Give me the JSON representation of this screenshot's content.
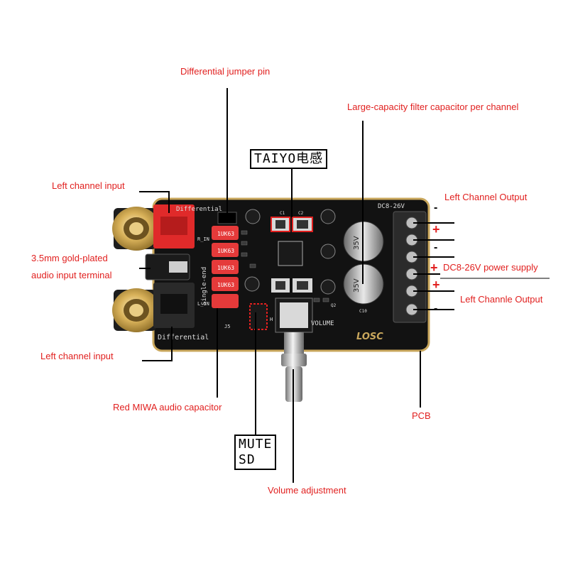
{
  "labels": {
    "differential_jumper": "Differential jumper pin",
    "filter_capacitor": "Large-capacity filter capacitor per channel",
    "taiyo": "TAIYO电感",
    "left_input_top": "Left channel input",
    "gold_plated_1": "3.5mm gold-plated",
    "gold_plated_2": "audio input terminal",
    "left_input_bottom": "Left channel input",
    "miwa_capacitor": "Red MIWA audio capacitor",
    "mute": "MUTE",
    "sd": "SD",
    "volume_adjustment": "Volume adjustment",
    "pcb": "PCB",
    "left_output_top": "Left Channel Output",
    "power_supply": "DC8-26V power supply",
    "left_output_bottom": "Left Channle Output"
  },
  "board_text": {
    "dc_label": "DC8-26V",
    "differential_top": "Differential",
    "differential_bottom": "Differential",
    "single_end": "Single-end",
    "volume": "VOLUME",
    "logo": "LOSC",
    "cap_marking": "1UK63",
    "r_in": "R_IN",
    "l_in": "L_IN",
    "j5": "J5",
    "c1": "C1",
    "c2": "C2",
    "c10": "C10",
    "q2": "Q2",
    "h": "H"
  },
  "terminal_marks": [
    "-",
    "+",
    "-",
    "+",
    "+",
    "-"
  ],
  "colors": {
    "label": "#e1201f",
    "board": "#121212",
    "board_edge": "#c9a75c",
    "rca_gold": "#d9b25a",
    "jack_red": "#e02a2a",
    "capacitor_red": "#e53a3a",
    "terminal_green": "#2b2b2b"
  }
}
